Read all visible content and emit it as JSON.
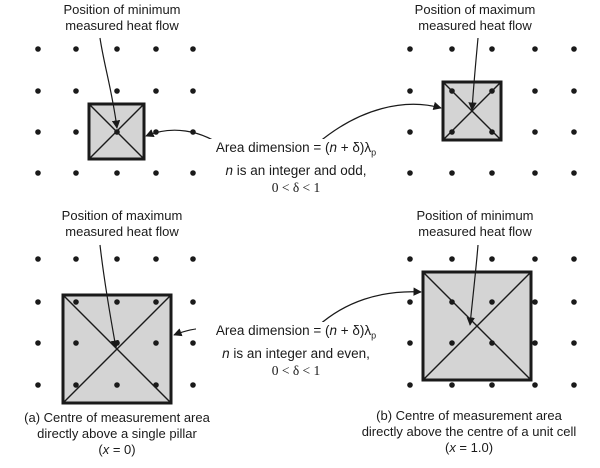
{
  "panel_top_left": {
    "label_line1": "Position of minimum",
    "label_line2": "measured heat flow"
  },
  "panel_top_right": {
    "label_line1": "Position of maximum",
    "label_line2": "measured heat flow"
  },
  "panel_bottom_left": {
    "label_line1": "Position of maximum",
    "label_line2": "measured heat flow"
  },
  "panel_bottom_right": {
    "label_line1": "Position of minimum",
    "label_line2": "measured heat flow"
  },
  "note_top": {
    "area_prefix": "Area dimension = (",
    "n": "n",
    "mid": " + δ)λ",
    "sub": "p",
    "line2_n": "n",
    "line2_rest": " is an integer and odd,",
    "line3": "0 < δ < 1"
  },
  "note_bottom": {
    "area_prefix": "Area dimension = (",
    "n": "n",
    "mid": " + δ)λ",
    "sub": "p",
    "line2_n": "n",
    "line2_rest": " is an integer and even,",
    "line3": "0 < δ < 1"
  },
  "caption_a": {
    "line1": "(a) Centre of measurement area",
    "line2": "directly above a single pillar",
    "line3_open": "(",
    "line3_var": "x",
    "line3_rest": " = 0)"
  },
  "caption_b": {
    "line1": "(b) Centre of measurement area",
    "line2": "directly above the centre of a unit cell",
    "line3_open": "(",
    "line3_var": "x",
    "line3_rest": " = 1.0)"
  },
  "colors": {
    "square_fill": "#d4d4d4",
    "ink": "#1a1a1a",
    "background": "#ffffff"
  }
}
